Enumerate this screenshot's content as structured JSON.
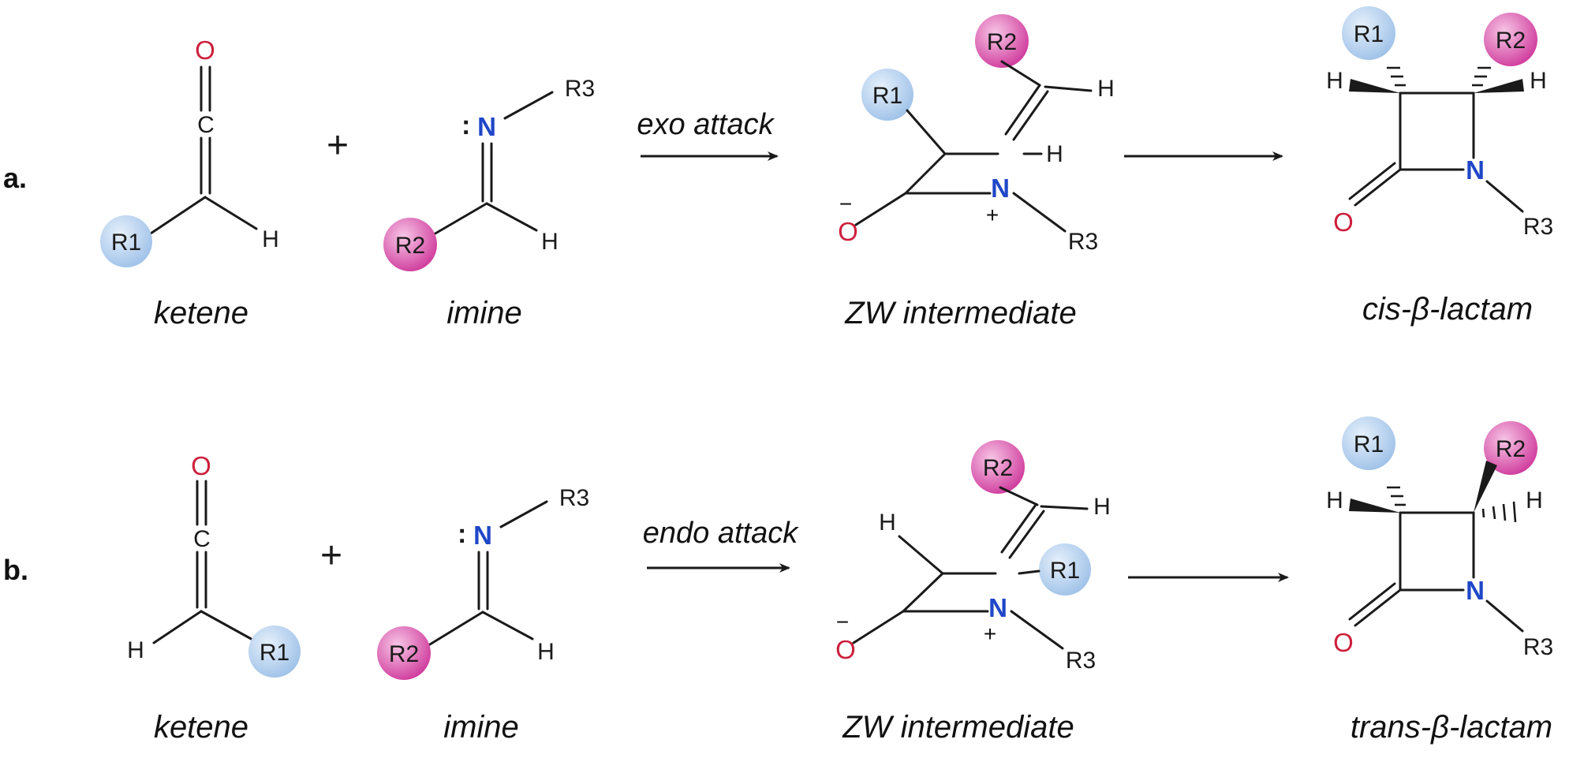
{
  "colors": {
    "oxygen": "#cc1f3c",
    "nitrogen": "#1f47c8",
    "substituent_r1": "#a9c9ec",
    "substituent_r2": "#d94aa8",
    "bond": "#1a1a1a"
  },
  "atoms": {
    "oxygen": "O",
    "nitrogen": "N",
    "carbon": "C",
    "hydrogen": "H",
    "lone_pair": ":",
    "r1": "R1",
    "r2": "R2",
    "r3": "R3",
    "minus": "−",
    "plus": "+"
  },
  "operators": {
    "plus": "+"
  },
  "rows": [
    {
      "label": "a.",
      "attack": "exo attack",
      "captions": {
        "ketene": "ketene",
        "imine": "imine",
        "intermediate": "ZW intermediate",
        "product": "cis-β-lactam"
      }
    },
    {
      "label": "b.",
      "attack": "endo attack",
      "captions": {
        "ketene": "ketene",
        "imine": "imine",
        "intermediate": "ZW intermediate",
        "product": "trans-β-lactam"
      }
    }
  ]
}
